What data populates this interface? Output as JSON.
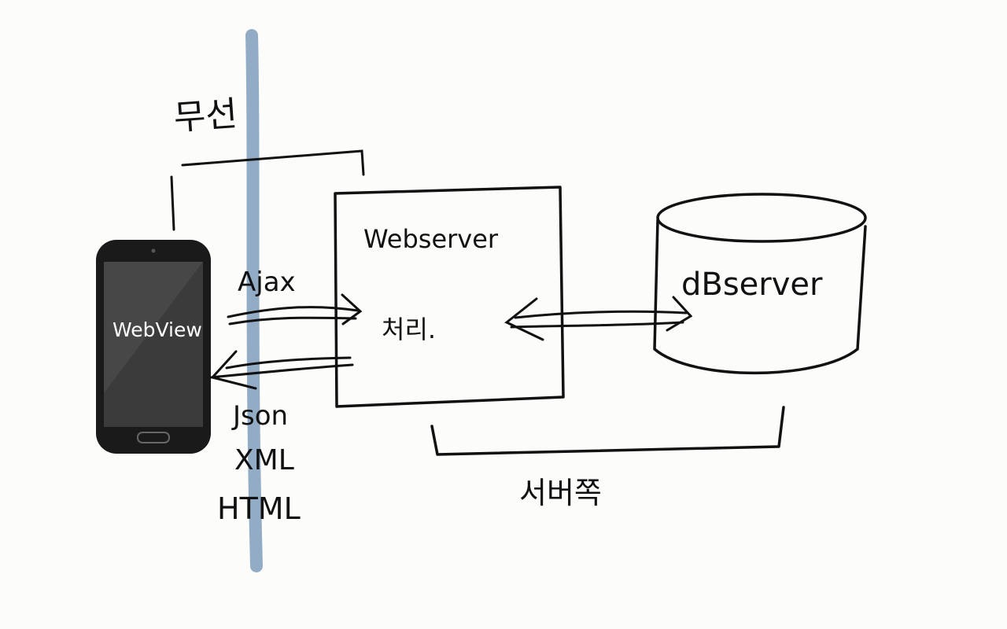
{
  "labels": {
    "wireless": "무선",
    "webview": "WebView",
    "webserver": "Webserver",
    "processing": "처리.",
    "dbserver": "dBserver",
    "request": "Ajax",
    "formats": [
      "Json",
      "XML",
      "HTML"
    ],
    "server_side": "서버쪽"
  },
  "colors": {
    "ink": "#111111",
    "boundary_line": "#93acc6",
    "phone_body": "#1a1a1a",
    "phone_screen": "#3b3b3b",
    "background": "#fcfcfa"
  },
  "icons": {
    "phone": "smartphone-icon",
    "database": "database-cylinder-icon"
  }
}
